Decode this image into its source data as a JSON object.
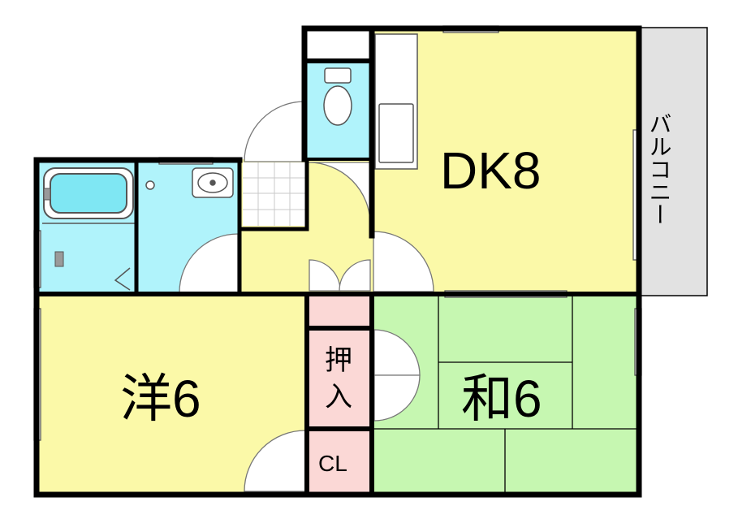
{
  "rooms": {
    "dk": "DK8",
    "western": "洋6",
    "japanese": "和6",
    "oshiire_top": "押",
    "oshiire_bottom": "入",
    "closet": "CL",
    "balcony": "バルコニー"
  },
  "colors": {
    "dk_floor": "#fbf9a8",
    "western_floor": "#fbf9a8",
    "hall_floor": "#fbf9a8",
    "japanese_floor": "#c6f7b1",
    "wet_area": "#b0f3fb",
    "storage": "#fbd8d6",
    "balcony": "#e2e2e2",
    "wall": "#000000"
  }
}
